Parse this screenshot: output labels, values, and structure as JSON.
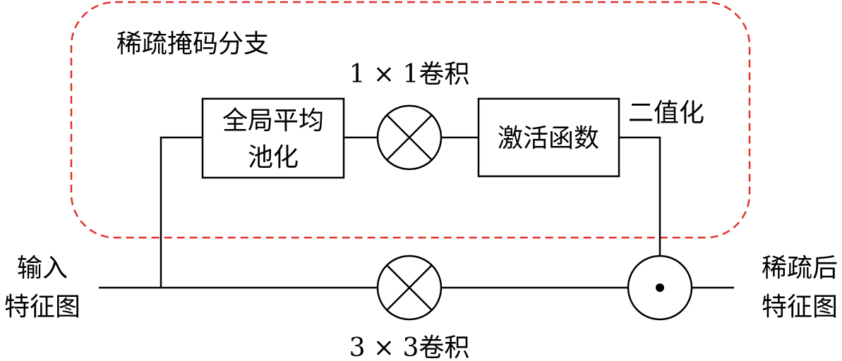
{
  "branch_label": "稀疏掩码分支",
  "boxes": {
    "gap_line1": "全局平均",
    "gap_line2": "池化",
    "activation": "激活函数"
  },
  "labels": {
    "conv1x1": "1 × 1卷积",
    "binarize": "二值化",
    "conv3x3": "3 × 3卷积",
    "input_line1": "输入",
    "input_line2": "特征图",
    "output_line1": "稀疏后",
    "output_line2": "特征图"
  },
  "colors": {
    "dashed_border": "#e0302a",
    "stroke": "#000000"
  }
}
